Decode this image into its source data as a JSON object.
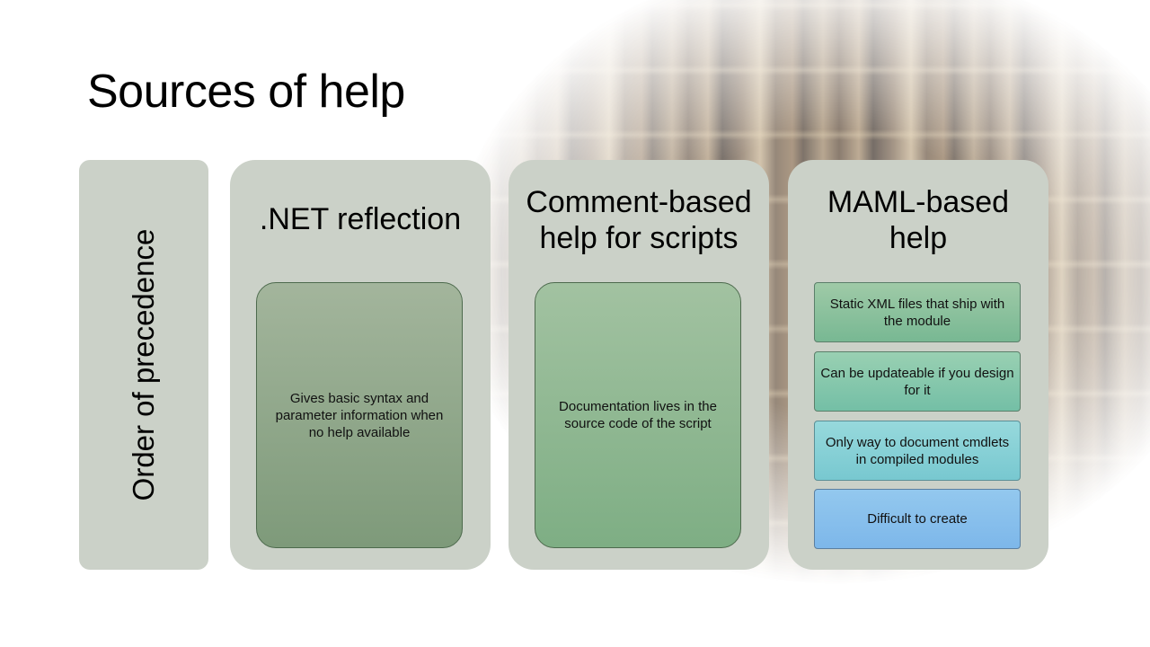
{
  "slide": {
    "title": "Sources of help",
    "side_label": "Order of precedence",
    "columns": [
      {
        "heading": ".NET reflection",
        "body": "Gives basic syntax and parameter information when no help available"
      },
      {
        "heading_line1": "Comment-based",
        "heading_line2": "help for scripts",
        "body": "Documentation  lives in the source code of the script"
      },
      {
        "heading_line1": "MAML-based",
        "heading_line2": "help",
        "items": [
          "Static XML files that ship with the module",
          "Can be updateable if you design for it",
          "Only way to document cmdlets in compiled modules",
          "Difficult to create"
        ]
      }
    ]
  },
  "colors": {
    "panel": "#cbd1c8",
    "accent_green": "#7e9a7a",
    "accent_blue": "#7db7ea"
  },
  "icons": {
    "background": "bookshelf-image"
  }
}
